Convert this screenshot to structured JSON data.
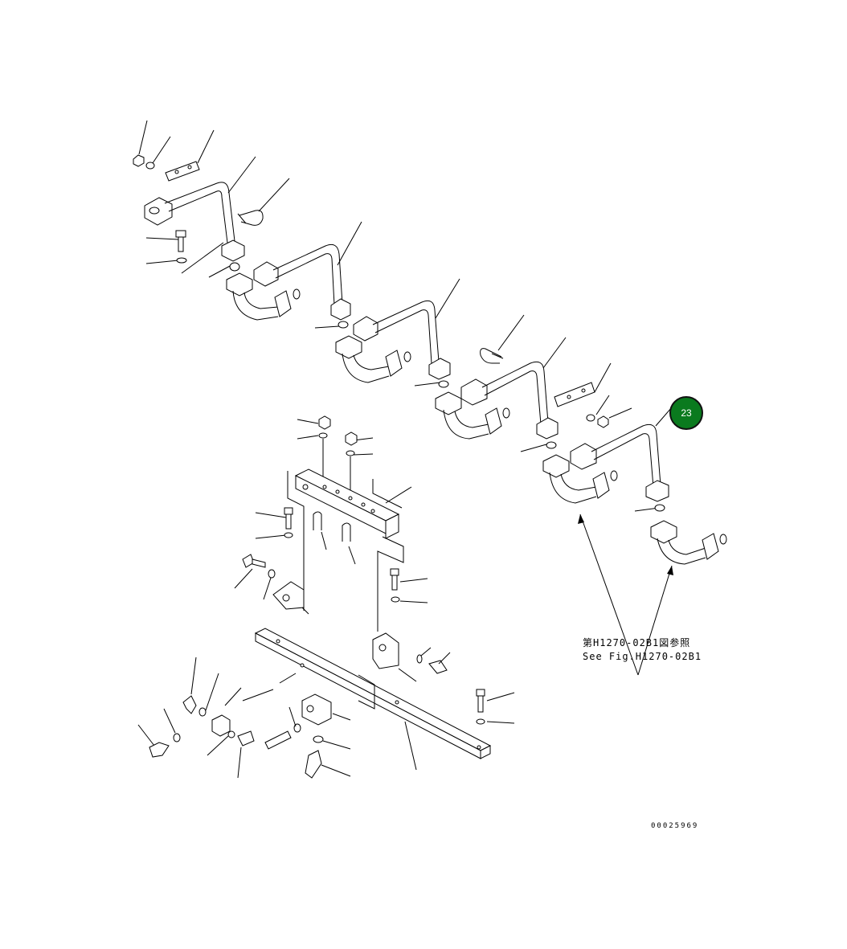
{
  "callout": {
    "number": "23",
    "color": "#0a7a1e",
    "ring": "#111111"
  },
  "reference": {
    "line1": "第H1270-02B1図参照",
    "line2": "See Fig.H1270-02B1"
  },
  "drawing_number": "00025969"
}
